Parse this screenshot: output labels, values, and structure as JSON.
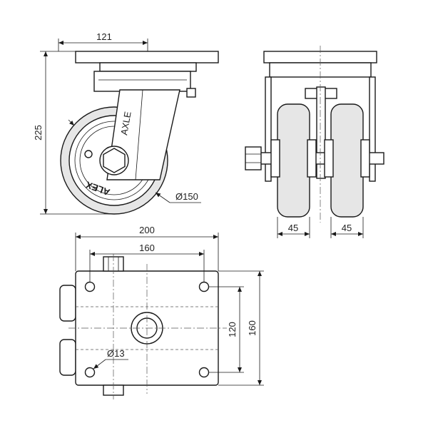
{
  "drawing": {
    "brand_mark": "ALEX",
    "dimensions": {
      "top_plate_offset": "121",
      "total_height": "225",
      "wheel_diameter": "Ø150",
      "wheel_width_left": "45",
      "wheel_width_right": "45",
      "plate_length": "200",
      "hole_spacing_length": "160",
      "hole_spacing_width": "120",
      "plate_width": "160",
      "hole_diameter": "Ø13"
    }
  }
}
